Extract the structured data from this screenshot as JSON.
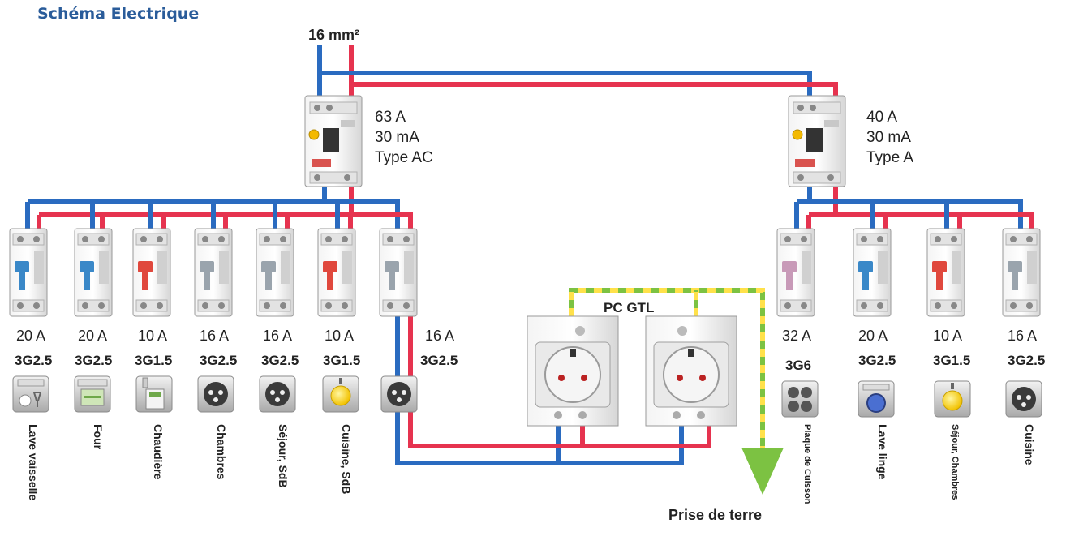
{
  "title": "Schéma Electrique",
  "feed_section": "16 mm²",
  "colors": {
    "neutral": "#2a6bc0",
    "phase": "#e6334f",
    "earth_green": "#7cc242",
    "earth_yellow": "#ffe14a",
    "title": "#2a5c9a"
  },
  "rcds": [
    {
      "rating": "63 A",
      "sensitivity": "30 mA",
      "type": "Type AC"
    },
    {
      "rating": "40 A",
      "sensitivity": "30 mA",
      "type": "Type A"
    }
  ],
  "breakers": [
    {
      "rating": "20 A",
      "cable": "3G2.5",
      "label": "Lave vaisselle",
      "handle": "blue",
      "icon": "dishwasher-icon"
    },
    {
      "rating": "20 A",
      "cable": "3G2.5",
      "label": "Four",
      "handle": "blue",
      "icon": "oven-icon"
    },
    {
      "rating": "10 A",
      "cable": "3G1.5",
      "label": "Chaudière",
      "handle": "red",
      "icon": "boiler-icon"
    },
    {
      "rating": "16 A",
      "cable": "3G2.5",
      "label": "Chambres",
      "handle": "grey",
      "icon": "socket-icon"
    },
    {
      "rating": "16 A",
      "cable": "3G2.5",
      "label": "Séjour, SdB",
      "handle": "grey",
      "icon": "socket-icon"
    },
    {
      "rating": "10 A",
      "cable": "3G1.5",
      "label": "Cuisine, SdB",
      "handle": "red",
      "icon": "light-icon"
    },
    {
      "rating": "16 A",
      "cable": "3G2.5",
      "label": "",
      "handle": "grey",
      "icon": "socket-icon"
    },
    {
      "rating": "32 A",
      "cable": "3G6",
      "label": "Plaque de Cuisson",
      "handle": "pink",
      "icon": "cooktop-icon"
    },
    {
      "rating": "20 A",
      "cable": "3G2.5",
      "label": "Lave linge",
      "handle": "blue",
      "icon": "washing-machine-icon"
    },
    {
      "rating": "10 A",
      "cable": "3G1.5",
      "label": "Séjour, Chambres",
      "handle": "red",
      "icon": "light-icon"
    },
    {
      "rating": "16 A",
      "cable": "3G2.5",
      "label": "Cuisine",
      "handle": "grey",
      "icon": "socket-icon"
    }
  ],
  "pc_gtl": "PC GTL",
  "earth_label": "Prise de terre"
}
